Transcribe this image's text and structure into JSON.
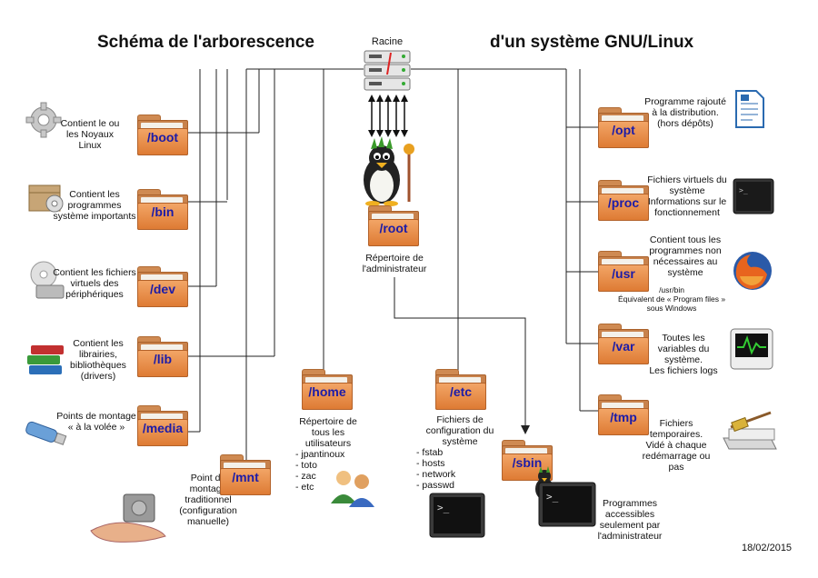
{
  "title_left": "Schéma de l'arborescence",
  "title_right": "d'un système GNU/Linux",
  "root_label": "Racine",
  "date": "18/02/2015",
  "folders": {
    "boot": "/boot",
    "bin": "/bin",
    "dev": "/dev",
    "lib": "/lib",
    "media": "/media",
    "mnt": "/mnt",
    "home": "/home",
    "root": "/root",
    "etc": "/etc",
    "sbin": "/sbin",
    "opt": "/opt",
    "proc": "/proc",
    "usr": "/usr",
    "var": "/var",
    "tmp": "/tmp"
  },
  "descriptions": {
    "boot": [
      "Contient le ou",
      "les Noyaux",
      "Linux"
    ],
    "bin": [
      "Contient les",
      "programmes",
      "système importants"
    ],
    "dev": [
      "Contient les fichiers",
      "virtuels des",
      "périphériques"
    ],
    "lib": [
      "Contient les",
      "librairies,",
      "bibliothèques",
      "(drivers)"
    ],
    "media": [
      "Points de montage",
      "« à la volée »"
    ],
    "mnt": [
      "Point de",
      "montage",
      "traditionnel",
      "(configuration",
      "manuelle)"
    ],
    "home": [
      "Répertoire de",
      "tous les",
      "utilisateurs",
      "- jpantinoux",
      "- toto",
      "- zac",
      "- etc"
    ],
    "root": [
      "Répertoire de",
      "l'administrateur"
    ],
    "etc": [
      "Fichiers de",
      "configuration du",
      "système",
      "- fstab",
      "- hosts",
      "- network",
      "- passwd"
    ],
    "sbin": [
      "Programmes",
      "accessibles",
      "seulement par",
      "l'administrateur"
    ],
    "opt": [
      "Programme rajouté",
      "à la distribution.",
      "(hors dépôts)"
    ],
    "proc": [
      "Fichiers virtuels du",
      "système",
      "Informations sur le",
      "fonctionnement"
    ],
    "usr": [
      "Contient tous les",
      "programmes non",
      "nécessaires au",
      "système"
    ],
    "usr_note": [
      "/usr/bin",
      "Équivalent de « Program files »",
      "sous Windows"
    ],
    "var": [
      "Toutes les",
      "variables du",
      "système.",
      "Les fichiers logs"
    ],
    "tmp": [
      "Fichiers",
      "temporaires.",
      "Vidé à chaque",
      "redémarrage ou",
      "pas"
    ]
  },
  "icons": {
    "boot": "gear-icon",
    "bin": "package-gear-icon",
    "dev": "disc-drive-icon",
    "lib": "books-icon",
    "media": "usb-drive-icon",
    "mnt": "hand-hard-drive-icon",
    "home": "users-icon",
    "root": "tux-penguin-icon",
    "etc": "terminal-icon",
    "sbin": "terminal-icon",
    "opt": "document-icon",
    "proc": "terminal-icon",
    "usr": "firefox-icon",
    "var": "system-monitor-icon",
    "tmp": "drive-broom-icon",
    "racine": "server-icon"
  },
  "colors": {
    "folder_front": "#de7b34",
    "folder_label": "#1c1ca8",
    "lines": "#222222"
  }
}
